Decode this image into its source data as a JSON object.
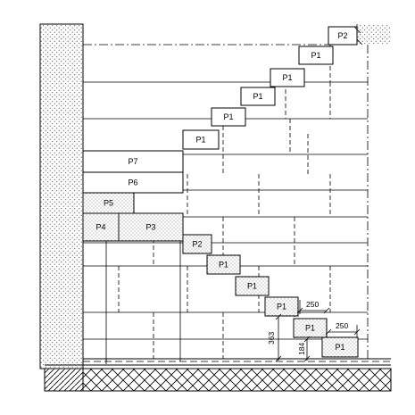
{
  "blocks": [
    {
      "label": "P2",
      "hatched": false
    },
    {
      "label": "P1",
      "hatched": false
    },
    {
      "label": "P1",
      "hatched": false
    },
    {
      "label": "P1",
      "hatched": false
    },
    {
      "label": "P1",
      "hatched": false
    },
    {
      "label": "P1",
      "hatched": false
    },
    {
      "label": "P7",
      "hatched": false
    },
    {
      "label": "P6",
      "hatched": false
    },
    {
      "label": "P5",
      "hatched": true
    },
    {
      "label": "P4",
      "hatched": true
    },
    {
      "label": "P3",
      "hatched": true
    },
    {
      "label": "P2",
      "hatched": true
    },
    {
      "label": "P1",
      "hatched": true
    },
    {
      "label": "P1",
      "hatched": true
    },
    {
      "label": "P1",
      "hatched": true
    },
    {
      "label": "P1",
      "hatched": true
    },
    {
      "label": "P1",
      "hatched": true
    }
  ],
  "dimensions": {
    "tread_upper": "250",
    "tread_lower": "250",
    "rise_total": "363",
    "rise_first": "184"
  }
}
